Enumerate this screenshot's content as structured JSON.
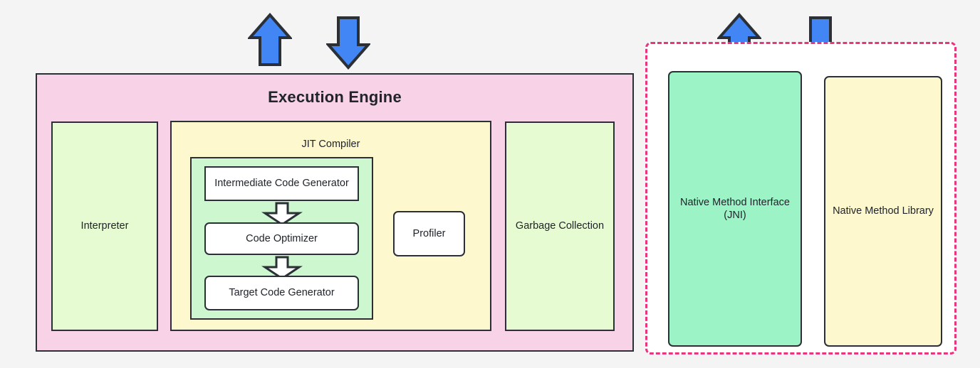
{
  "diagram": {
    "title": "Execution Engine",
    "background_color": "#f4f4f4"
  },
  "execution_engine": {
    "title": "Execution Engine",
    "fill_color": "#f8d3e8",
    "components": {
      "interpreter": {
        "label": "Interpreter",
        "fill_color": "#e6fbd2"
      },
      "jit_compiler": {
        "label": "JIT Compiler",
        "fill_color": "#fdf8cd",
        "pipeline": {
          "fill_color": "#ccf7cf",
          "stages": [
            {
              "label": "Intermediate Code Generator",
              "fill_color": "#ffffff"
            },
            {
              "label": "Code Optimizer",
              "fill_color": "#ffffff"
            },
            {
              "label": "Target Code Generator",
              "fill_color": "#ffffff"
            }
          ],
          "connector_arrows": [
            {
              "direction": "down"
            },
            {
              "direction": "down"
            }
          ]
        },
        "profiler": {
          "label": "Profiler",
          "fill_color": "#ffffff"
        }
      },
      "garbage_collection": {
        "label": "Garbage Collection",
        "fill_color": "#e6fbd2"
      }
    }
  },
  "native_group": {
    "border_color": "#e8357e",
    "border_style": "dashed",
    "fill_color": "#ffffff",
    "components": {
      "native_method_interface": {
        "label": "Native Method Interface (JNI)",
        "fill_color": "#9cf3c6"
      },
      "native_method_library": {
        "label": "Native Method Library",
        "fill_color": "#fdf8cd"
      }
    }
  },
  "flow_arrows": {
    "color": "#4285f4",
    "outline_color": "#2b2f36",
    "items": [
      {
        "name": "execution-engine-input-up",
        "direction": "up"
      },
      {
        "name": "execution-engine-output-down",
        "direction": "down"
      },
      {
        "name": "native-interface-up",
        "direction": "up"
      },
      {
        "name": "native-library-down",
        "direction": "down"
      }
    ]
  }
}
